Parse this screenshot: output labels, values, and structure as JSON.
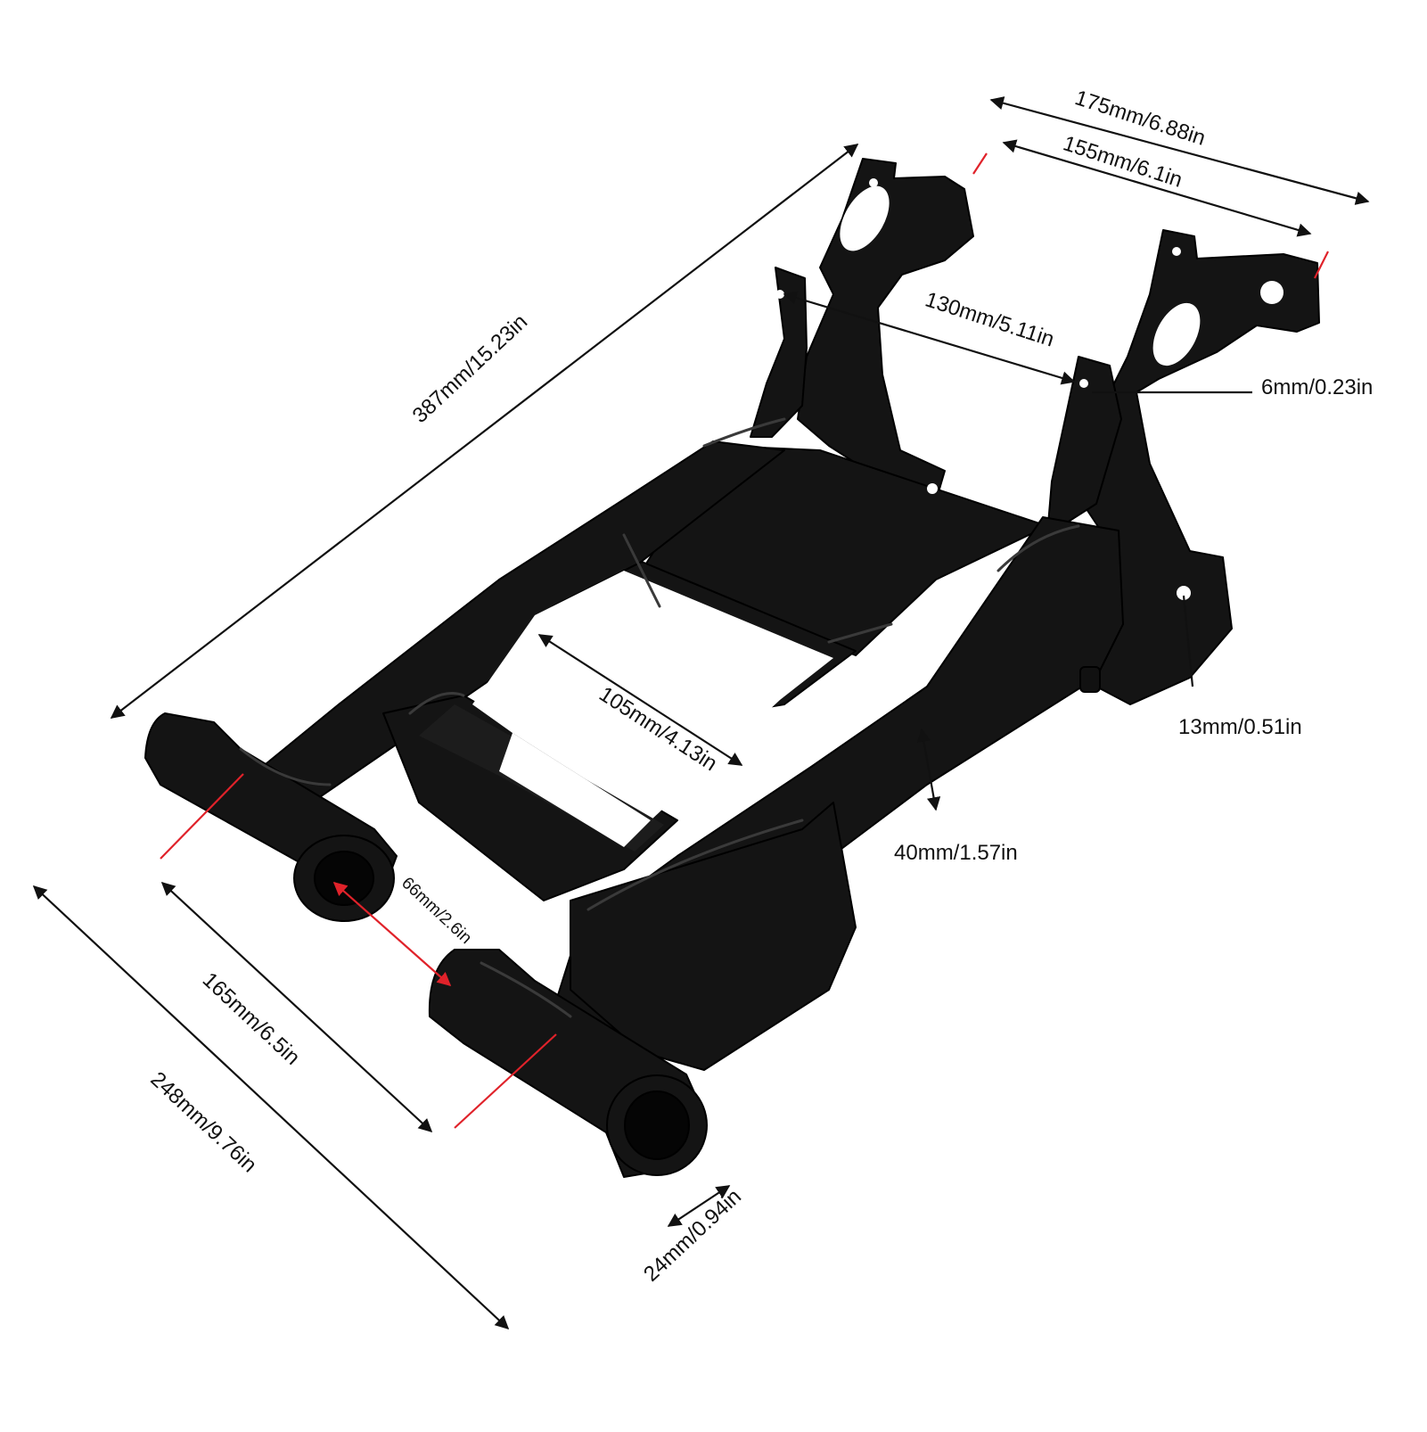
{
  "dimensions": {
    "overall_length": "387mm/15.23in",
    "outer_width_top": "175mm/6.88in",
    "inner_width_top": "155mm/6.1in",
    "bracket_spacing": "130mm/5.11in",
    "plate_thickness": "6mm/0.23in",
    "hole_diameter": "13mm/0.51in",
    "opening_length": "105mm/4.13in",
    "tube_height": "40mm/1.57in",
    "bushing_gap": "66mm/2.6in",
    "bushing_span": "165mm/6.5in",
    "overall_width": "248mm/9.76in",
    "bushing_length": "24mm/0.94in"
  },
  "colors": {
    "part": "#141414",
    "part_highlight": "#2b2b2b",
    "dimension_line": "#111111",
    "accent_line": "#e0222a",
    "background": "#ffffff"
  }
}
